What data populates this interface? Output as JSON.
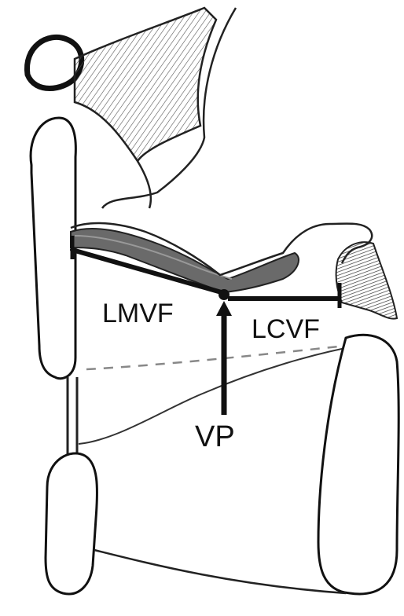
{
  "diagram": {
    "labels": {
      "lmvf": "LMVF",
      "lcvf": "LCVF",
      "vp": "VP"
    },
    "colors": {
      "ink": "#1a1a1a",
      "shading": "#555555",
      "dashed": "#888888",
      "background": "#ffffff"
    }
  }
}
